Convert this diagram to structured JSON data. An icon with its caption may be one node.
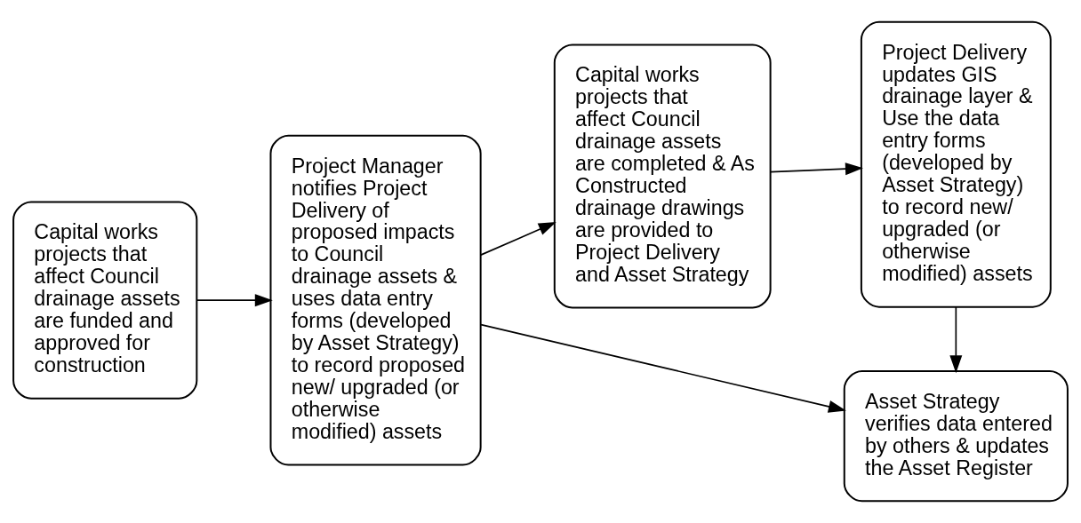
{
  "diagram": {
    "nodes": [
      {
        "text": [
          "Capital works projects that affect Council drainage assets are funded and approved for construction"
        ]
      },
      {
        "text": [
          "Project Manager notifies Project Delivery of proposed impacts to Council drainage assets & uses data entry forms (developed by Asset Strategy) to record proposed new/ upgraded (or otherwise modified) assets"
        ]
      },
      {
        "text": [
          "Capital works projects that affect Council drainage assets are completed & As Constructed drainage drawings are provided to Project Delivery and Asset Strategy"
        ]
      },
      {
        "text": [
          "Project Delivery updates GIS drainage layer & Use the data entry forms (developed by Asset Strategy) to record new/ upgraded (or otherwise modified) assets"
        ]
      },
      {
        "text": [
          "Asset Strategy verifies data entered by others & updates the Asset Register"
        ]
      }
    ],
    "edges": [
      {
        "from": 0,
        "to": 1,
        "arrow": "to"
      },
      {
        "from": 1,
        "to": 2,
        "arrow": "to"
      },
      {
        "from": 2,
        "to": 3,
        "arrow": "to"
      },
      {
        "from": 3,
        "to": 4,
        "arrow": "to"
      },
      {
        "from": 1,
        "to": 4,
        "arrow": "to"
      }
    ]
  }
}
